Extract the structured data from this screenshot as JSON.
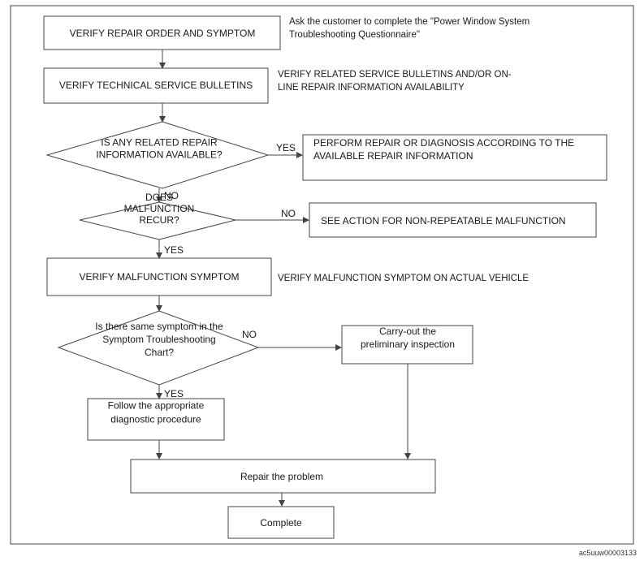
{
  "nodes": {
    "verify_repair_order": {
      "lines": [
        "VERIFY REPAIR ORDER AND SYMPTOM"
      ]
    },
    "verify_tsb": {
      "lines": [
        "VERIFY TECHNICAL SERVICE BULLETINS"
      ]
    },
    "related_repair_info": {
      "lines": [
        "IS ANY RELATED REPAIR",
        "INFORMATION AVAILABLE?"
      ]
    },
    "perform_repair": {
      "lines": [
        "PERFORM REPAIR OR DIAGNOSIS ACCORDING TO THE",
        "AVAILABLE REPAIR INFORMATION"
      ]
    },
    "malfunction_recur": {
      "lines": [
        "DOES",
        "MALFUNCTION",
        "RECUR?"
      ]
    },
    "non_repeatable": {
      "lines": [
        "SEE ACTION FOR NON-REPEATABLE MALFUNCTION"
      ]
    },
    "verify_malfunction": {
      "lines": [
        "VERIFY MALFUNCTION SYMPTOM"
      ]
    },
    "same_symptom": {
      "lines": [
        "Is there same symptom in the",
        "Symptom Troubleshooting",
        "Chart?"
      ]
    },
    "preliminary_inspection": {
      "lines": [
        "Carry-out the",
        "preliminary inspection"
      ]
    },
    "follow_procedure": {
      "lines": [
        "Follow the appropriate",
        "diagnostic procedure"
      ]
    },
    "repair_problem": {
      "lines": [
        "Repair the problem"
      ]
    },
    "complete": {
      "lines": [
        "Complete"
      ]
    }
  },
  "notes": {
    "questionnaire": {
      "lines": [
        "Ask the customer to complete the \"Power Window System",
        "Troubleshooting Questionnaire\""
      ]
    },
    "related_bulletins": {
      "lines": [
        "VERIFY RELATED SERVICE BULLETINS AND/OR ON-",
        "LINE REPAIR INFORMATION AVAILABILITY"
      ]
    },
    "actual_vehicle": {
      "lines": [
        "VERIFY MALFUNCTION SYMPTOM ON ACTUAL VEHICLE"
      ]
    }
  },
  "edge_labels": {
    "info_yes": "YES",
    "info_no": "NO",
    "recur_no": "NO",
    "recur_yes": "YES",
    "symptom_no": "NO",
    "symptom_yes": "YES"
  },
  "figure_id": "ac5uuw00003133",
  "colors": {
    "stroke": "#444444",
    "text": "#1a1a1a",
    "background": "#ffffff"
  }
}
